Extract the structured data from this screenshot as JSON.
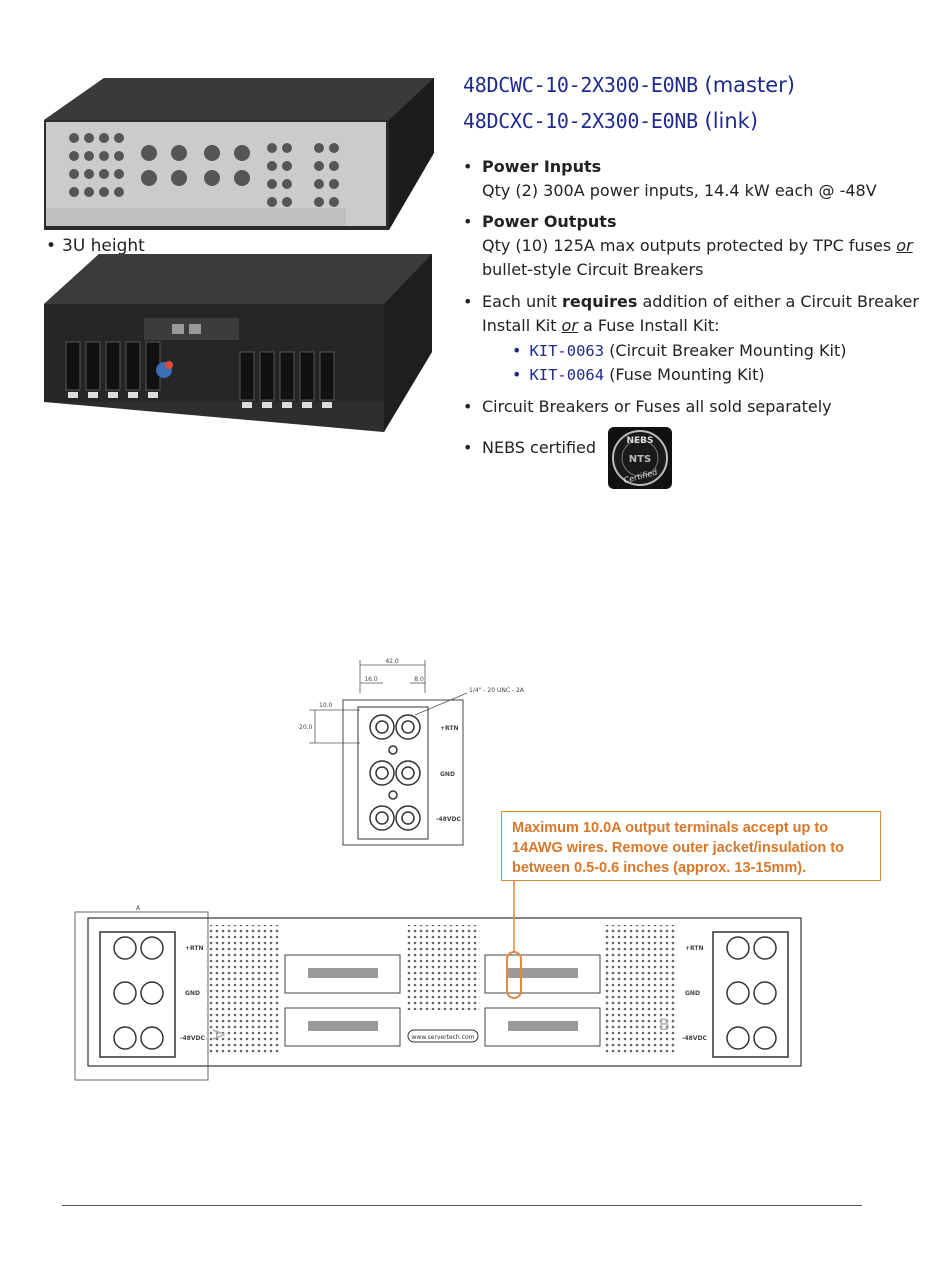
{
  "photo_section": {
    "height_bullet": "3U height"
  },
  "models": {
    "master_code": "48DCWC-10-2X300-E0NB",
    "master_role": "(master)",
    "link_code": "48DCXC-10-2X300-E0NB",
    "link_role": "(link)"
  },
  "bullets": {
    "power_inputs_title": "Power Inputs",
    "power_inputs_desc": "Qty (2) 300A power inputs, 14.4 kW each @ -48V",
    "power_outputs_title": "Power Outputs",
    "power_outputs_desc_a": "Qty (10) 125A max outputs protected by TPC fuses ",
    "power_outputs_or": "or",
    "power_outputs_desc_b": "bullet-style Circuit Breakers",
    "kit_a": "Each unit ",
    "kit_requires": "requires",
    "kit_b": " addition of either a Circuit Breaker Install Kit ",
    "kit_or": "or",
    "kit_c": " a Fuse Install Kit:",
    "sold_separately": "Circuit Breakers or Fuses all sold separately",
    "nebs": "NEBS certified"
  },
  "kits": [
    {
      "code": "KIT-0063",
      "desc": "(Circuit Breaker Mounting Kit)"
    },
    {
      "code": "KIT-0064",
      "desc": "(Fuse Mounting Kit)"
    }
  ],
  "nebs_badge": {
    "line1": "NEBS",
    "line2": "Certified"
  },
  "drawing": {
    "dim_total": "42.0",
    "dim_left": "16.0",
    "dim_right": "8.0",
    "dim_v1": "10.0",
    "dim_v2": "20.0",
    "thread_note": "1/4\" - 20 UNC - 2A",
    "label_pos": "+RTN",
    "label_gnd": "GND",
    "label_neg": "-48VDC",
    "panel_dim": "A",
    "side_a": "A",
    "side_b": "B",
    "url": "www.servertech.com"
  },
  "callout": "Maximum 10.0A output terminals accept up to 14AWG wires. Remove outer jacket/insulation to between 0.5-0.6 inches (approx. 13-15mm).",
  "colors": {
    "model_blue": "#1f2a8c",
    "callout_orange": "#d9772a"
  }
}
